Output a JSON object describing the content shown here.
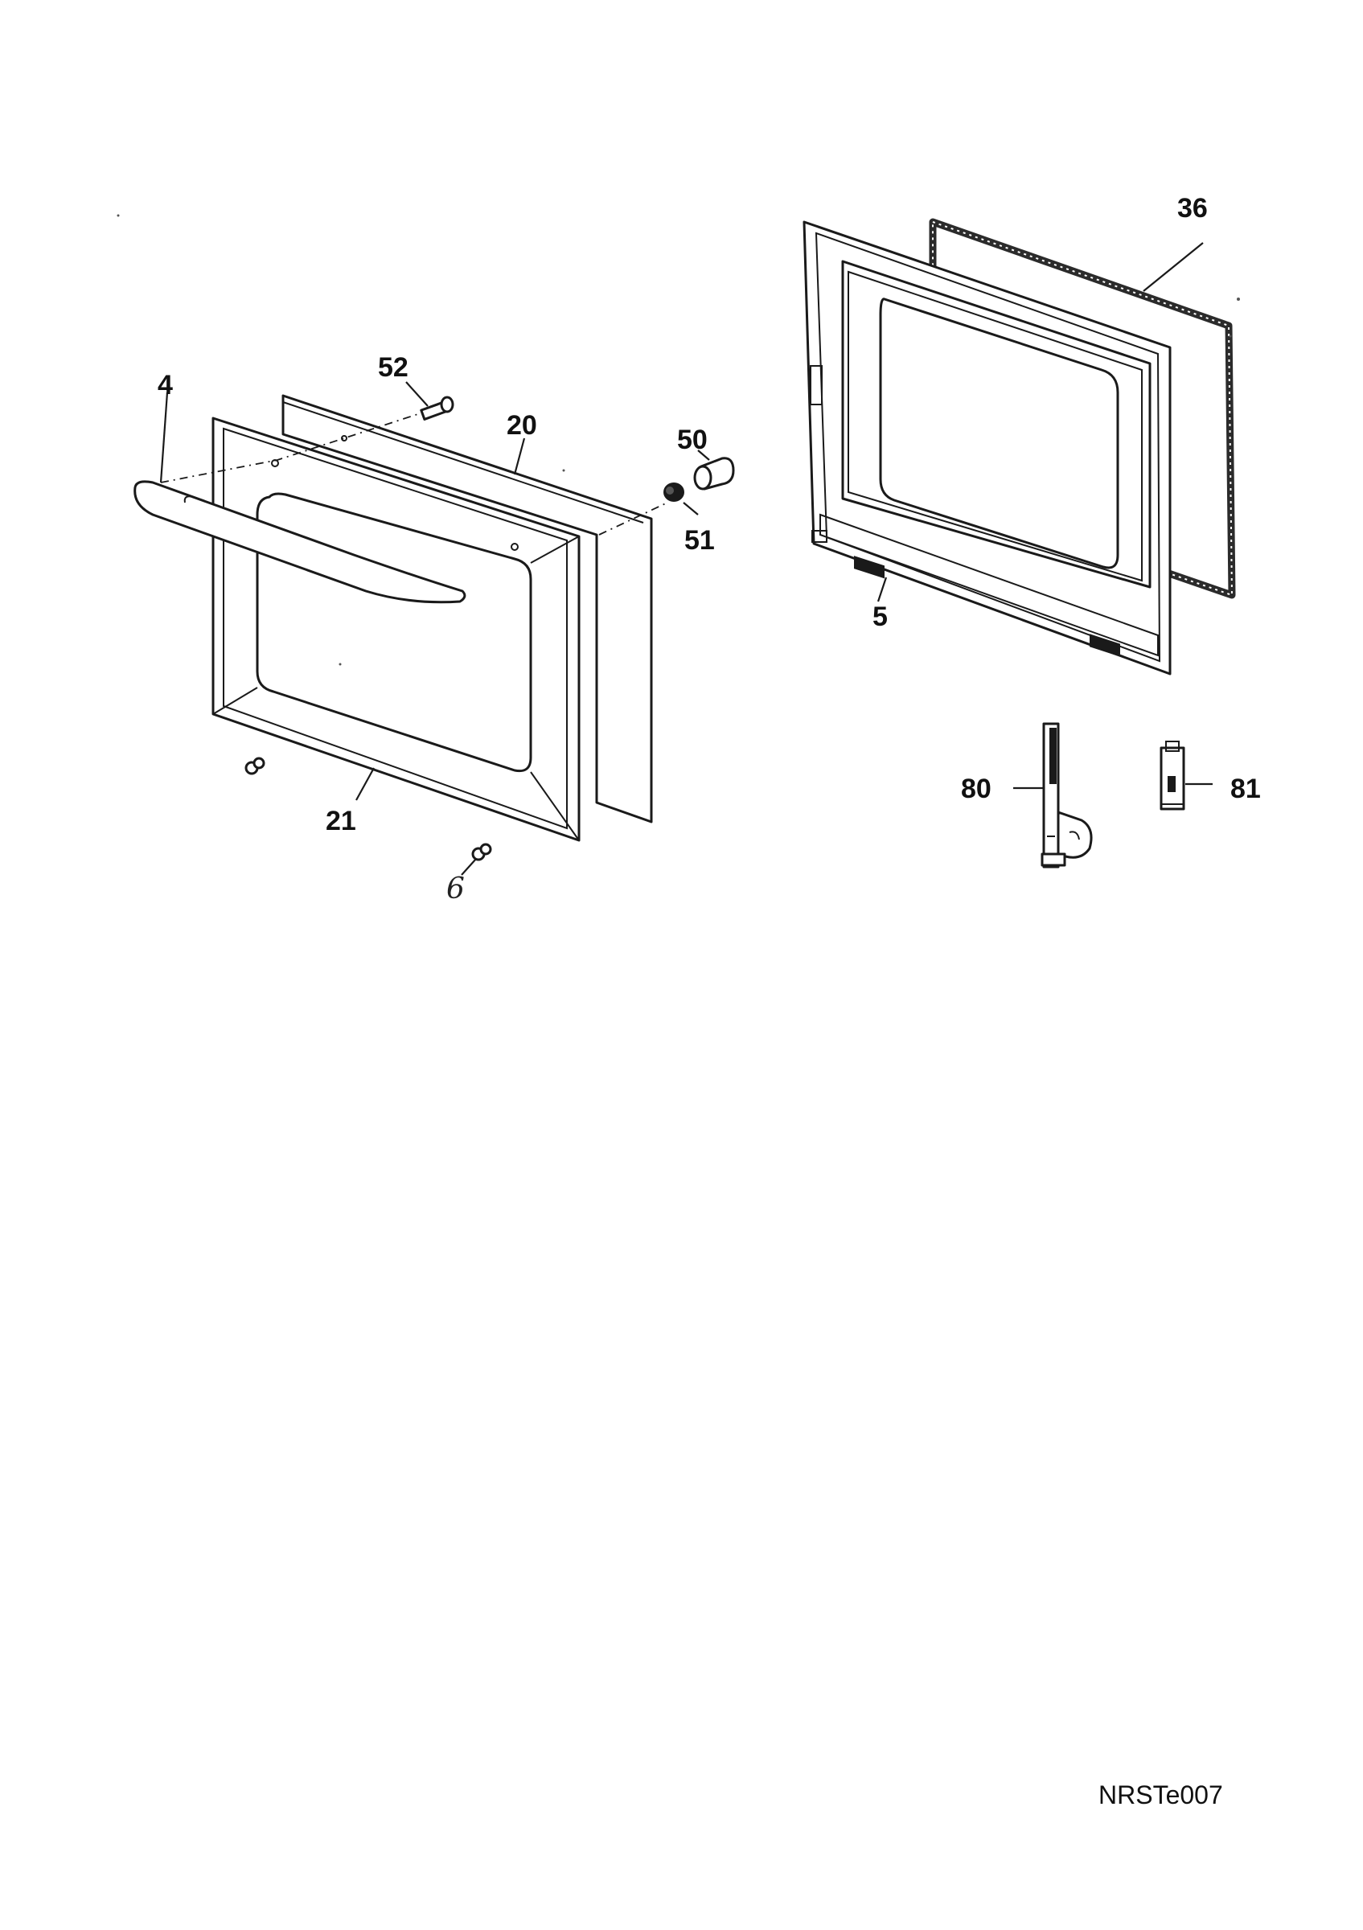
{
  "callouts": {
    "c4": "4",
    "c52": "52",
    "c20": "20",
    "c50": "50",
    "c51": "51",
    "c21": "21",
    "c6": "6",
    "c36": "36",
    "c5": "5",
    "c80": "80",
    "c81": "81"
  },
  "reference_code": "NRSTe007",
  "colors": {
    "line": "#1a1a1a",
    "background": "#ffffff",
    "seal": "#2b2b2b"
  }
}
